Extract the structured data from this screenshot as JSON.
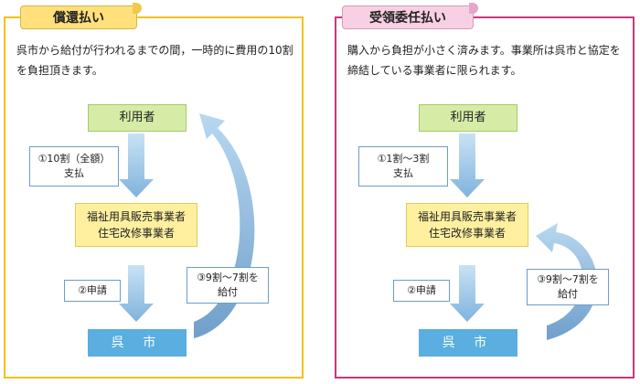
{
  "left": {
    "tab_label": "償還払い",
    "description": "呉市から給付が行われるまでの間，一時的に費用の10割を負担頂きます。",
    "user": "利用者",
    "step1_line1": "①10割（全額）",
    "step1_line2": "支払",
    "provider_line1": "福祉用具販売事業者",
    "provider_line2": "住宅改修事業者",
    "step2": "②申請",
    "city": "呉 市",
    "step3_line1": "③9割～7割を",
    "step3_line2": "給付"
  },
  "right": {
    "tab_label": "受領委任払い",
    "description": "購入から負担が小さく済みます。事業所は呉市と協定を締結している事業者に限られます。",
    "user": "利用者",
    "step1_line1": "①1割～3割",
    "step1_line2": "支払",
    "provider_line1": "福祉用具販売事業者",
    "provider_line2": "住宅改修事業者",
    "step2": "②申請",
    "city": "呉 市",
    "step3_line1": "③9割～7割を",
    "step3_line2": "給付"
  },
  "colors": {
    "left_border": "#f2c21a",
    "right_border": "#c9377c",
    "user_box": "#d6eca6",
    "provider_box": "#fff0a0",
    "city_box": "#5aaee0",
    "arrow": "#8fbde2"
  }
}
